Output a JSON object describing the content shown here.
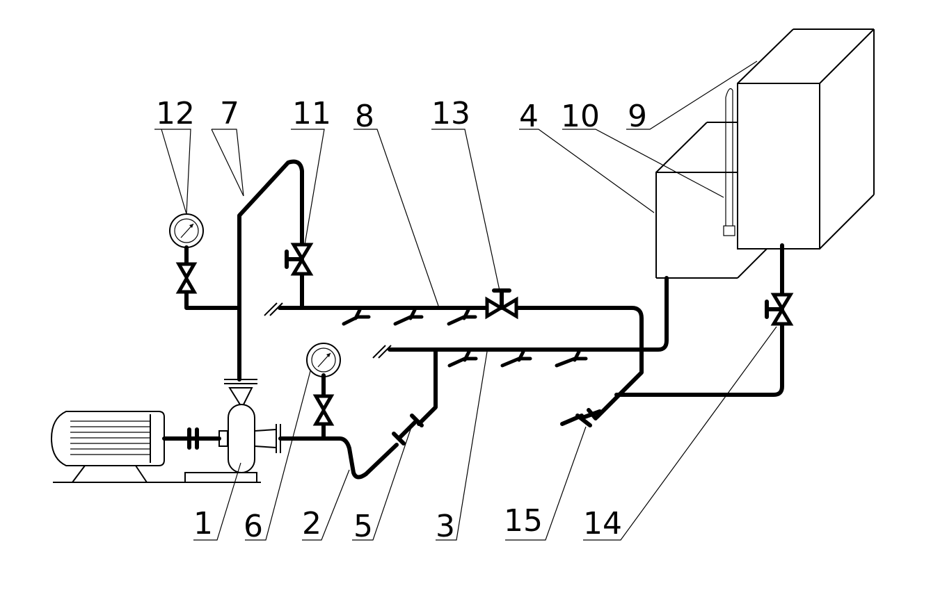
{
  "diagram": {
    "labels": {
      "l1": "1",
      "l2": "2",
      "l3": "3",
      "l4": "4",
      "l5": "5",
      "l6": "6",
      "l7": "7",
      "l8": "8",
      "l9": "9",
      "l10": "10",
      "l11": "11",
      "l12": "12",
      "l13": "13",
      "l14": "14",
      "l15": "15"
    },
    "line_color": "#000000",
    "background": "#ffffff"
  }
}
